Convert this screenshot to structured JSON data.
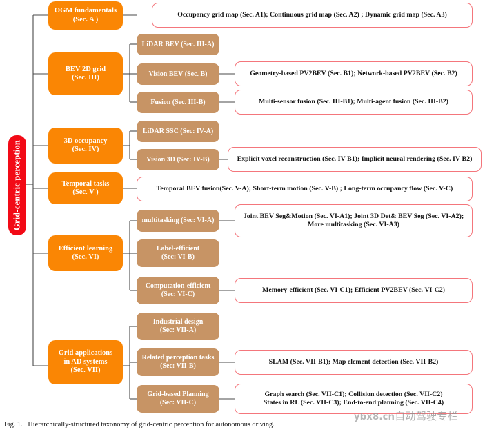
{
  "figure": {
    "caption_label": "Fig. 1.",
    "caption_text": "Hierarchically-structured taxonomy of grid-centric perception for autonomous driving.",
    "watermark_latin": "ybx8.cn",
    "watermark_cjk": "自动驾驶专栏",
    "colors": {
      "root": "#f20a16",
      "level1": "#fa8604",
      "level2": "#c79465",
      "leaf_border": "#f4767c",
      "leaf_fill": "#ffffff",
      "connector": "#4a4a4a"
    }
  },
  "root": {
    "label": "Grid-centric perception"
  },
  "level1": [
    {
      "id": "ogm",
      "line1": "OGM fundamentals",
      "line2": "(Sec. A )",
      "line3": ""
    },
    {
      "id": "bev2d",
      "line1": "BEV 2D grid",
      "line2": "(Sec. III)",
      "line3": ""
    },
    {
      "id": "occ3d",
      "line1": "3D occupancy",
      "line2": "(Sec. IV)",
      "line3": ""
    },
    {
      "id": "temporal",
      "line1": "Temporal tasks",
      "line2": "(Sec. V )",
      "line3": ""
    },
    {
      "id": "efficient",
      "line1": "Efficient learning",
      "line2": "(Sec. VI)",
      "line3": ""
    },
    {
      "id": "apps",
      "line1": "Grid applications",
      "line2": "in AD systems",
      "line3": "(Sec. VII)"
    }
  ],
  "level2": [
    {
      "id": "lidar-bev",
      "line1": "LiDAR BEV (Sec. III-A)",
      "line2": ""
    },
    {
      "id": "vision-bev",
      "line1": "Vision BEV (Sec. B)",
      "line2": ""
    },
    {
      "id": "fusion",
      "line1": "Fusion (Sec. III-B)",
      "line2": ""
    },
    {
      "id": "lidar-ssc",
      "line1": "LiDAR SSC (Sec: IV-A)",
      "line2": ""
    },
    {
      "id": "vision-3d",
      "line1": "Vision 3D (Sec: IV-B)",
      "line2": ""
    },
    {
      "id": "multitask",
      "line1": "multitasking (Sec: VI-A)",
      "line2": ""
    },
    {
      "id": "label-eff",
      "line1": "Label-efficient",
      "line2": "(Sec: VI-B)"
    },
    {
      "id": "comp-eff",
      "line1": "Computation-efficient",
      "line2": "(Sec: VI-C)"
    },
    {
      "id": "ind-design",
      "line1": "Industrial design",
      "line2": "(Sec: VII-A)"
    },
    {
      "id": "rel-percep",
      "line1": "Related perception tasks",
      "line2": "(Sec: VII-B)"
    },
    {
      "id": "planning",
      "line1": "Grid-based Planning",
      "line2": "(Sec: VII-C)"
    }
  ],
  "leaves": [
    {
      "id": "leaf-ogm",
      "line1": "Occupancy grid map (Sec. A1); Continuous grid map (Sec. A2) ; Dynamic grid map (Sec. A3)",
      "line2": ""
    },
    {
      "id": "leaf-vision-bev",
      "line1": "Geometry-based PV2BEV (Sec. B1); Network-based PV2BEV (Sec. B2)",
      "line2": ""
    },
    {
      "id": "leaf-fusion",
      "line1": "Multi-sensor fusion (Sec. III-B1); Multi-agent fusion (Sec. III-B2)",
      "line2": ""
    },
    {
      "id": "leaf-vision3d",
      "line1": "Explicit voxel reconstruction (Sec. IV-B1); Implicit neural rendering (Sec. IV-B2)",
      "line2": ""
    },
    {
      "id": "leaf-temporal",
      "line1": "Temporal BEV fusion(Sec. V-A); Short-term motion (Sec. V-B) ; Long-term occupancy flow (Sec. V-C)",
      "line2": ""
    },
    {
      "id": "leaf-multitask",
      "line1": "Joint BEV Seg&Motion (Sec. VI-A1); Joint 3D Det& BEV Seg (Sec. VI-A2);",
      "line2": "More multitasking (Sec. VI-A3)"
    },
    {
      "id": "leaf-compeff",
      "line1": "Memory-efficient (Sec. VI-C1); Efficient PV2BEV (Sec. VI-C2)",
      "line2": ""
    },
    {
      "id": "leaf-relpercep",
      "line1": "SLAM (Sec. VII-B1); Map element detection (Sec. VII-B2)",
      "line2": ""
    },
    {
      "id": "leaf-planning",
      "line1": "Graph search (Sec. VII-C1); Collision detection (Sec. VII-C2)",
      "line2": "States in RL (Sec. VII-C3); End-to-end planning (Sec. VII-C4)"
    }
  ],
  "diagram_structure": {
    "type": "tree",
    "depth": 4,
    "root_children": 6,
    "edges": [
      {
        "from": "root",
        "to": "ogm"
      },
      {
        "from": "root",
        "to": "bev2d"
      },
      {
        "from": "root",
        "to": "occ3d"
      },
      {
        "from": "root",
        "to": "temporal"
      },
      {
        "from": "root",
        "to": "efficient"
      },
      {
        "from": "root",
        "to": "apps"
      },
      {
        "from": "ogm",
        "to": "leaf-ogm"
      },
      {
        "from": "bev2d",
        "to": "lidar-bev"
      },
      {
        "from": "bev2d",
        "to": "vision-bev"
      },
      {
        "from": "bev2d",
        "to": "fusion"
      },
      {
        "from": "vision-bev",
        "to": "leaf-vision-bev"
      },
      {
        "from": "fusion",
        "to": "leaf-fusion"
      },
      {
        "from": "occ3d",
        "to": "lidar-ssc"
      },
      {
        "from": "occ3d",
        "to": "vision-3d"
      },
      {
        "from": "vision-3d",
        "to": "leaf-vision3d"
      },
      {
        "from": "temporal",
        "to": "leaf-temporal"
      },
      {
        "from": "efficient",
        "to": "multitask"
      },
      {
        "from": "efficient",
        "to": "label-eff"
      },
      {
        "from": "efficient",
        "to": "comp-eff"
      },
      {
        "from": "multitask",
        "to": "leaf-multitask"
      },
      {
        "from": "comp-eff",
        "to": "leaf-compeff"
      },
      {
        "from": "apps",
        "to": "ind-design"
      },
      {
        "from": "apps",
        "to": "rel-percep"
      },
      {
        "from": "apps",
        "to": "planning"
      },
      {
        "from": "rel-percep",
        "to": "leaf-relpercep"
      },
      {
        "from": "planning",
        "to": "leaf-planning"
      }
    ]
  }
}
